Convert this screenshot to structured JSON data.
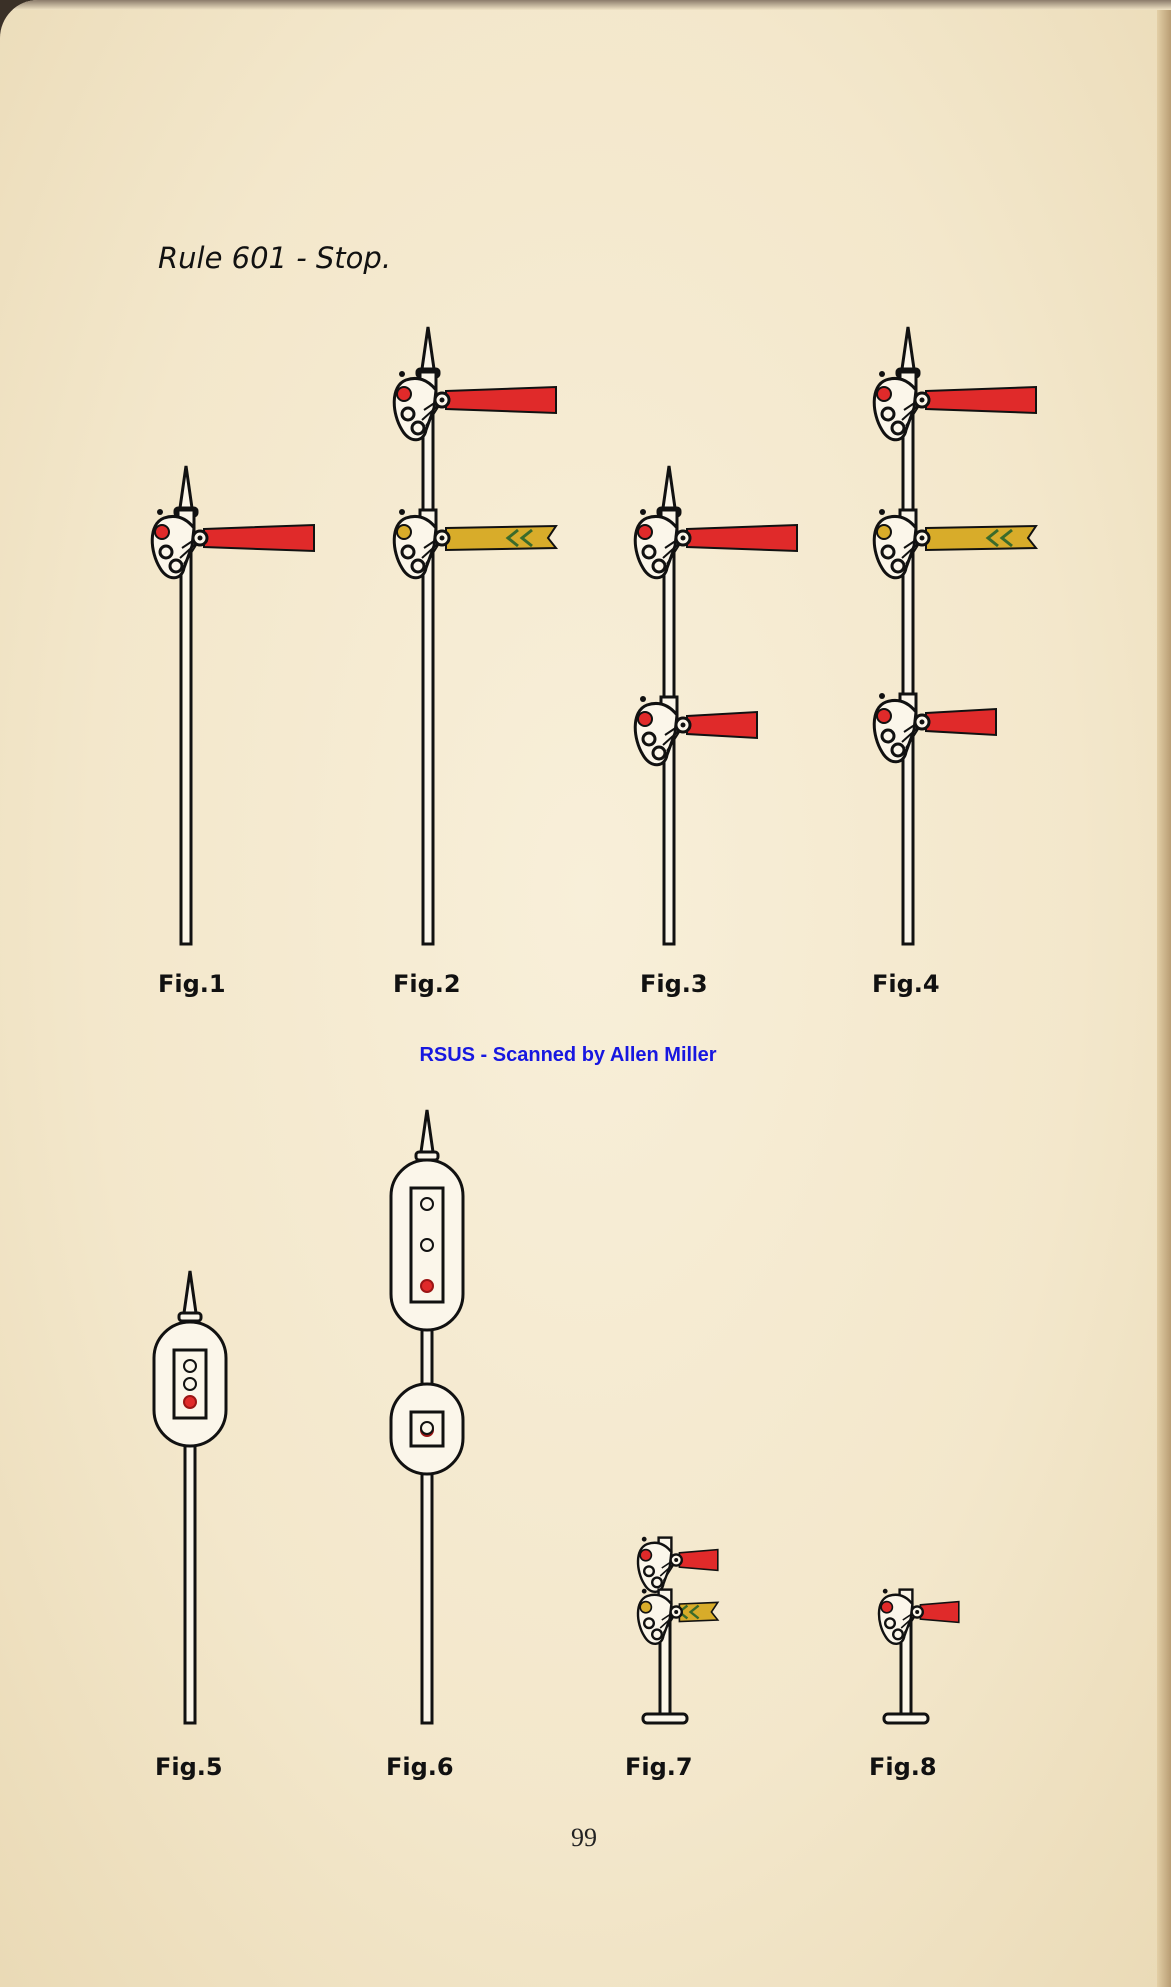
{
  "title": "Rule 601 - Stop.",
  "credit": "RSUS - Scanned by Allen Miller",
  "page_number": "99",
  "figures": [
    {
      "label": "Fig.1",
      "type": "semaphore",
      "arms": [
        "red"
      ]
    },
    {
      "label": "Fig.2",
      "type": "semaphore",
      "arms": [
        "red",
        "yellow"
      ]
    },
    {
      "label": "Fig.3",
      "type": "semaphore",
      "arms": [
        "red",
        "red"
      ]
    },
    {
      "label": "Fig.4",
      "type": "semaphore",
      "arms": [
        "red",
        "yellow",
        "red"
      ]
    },
    {
      "label": "Fig.5",
      "type": "light",
      "units": [
        3
      ]
    },
    {
      "label": "Fig.6",
      "type": "light",
      "units": [
        3,
        2
      ]
    },
    {
      "label": "Fig.7",
      "type": "dwarf-semaphore",
      "arms": [
        "red",
        "yellow"
      ]
    },
    {
      "label": "Fig.8",
      "type": "dwarf-semaphore",
      "arms": [
        "red"
      ]
    }
  ],
  "colors": {
    "red": "#e02a2a",
    "yellow": "#d8ac2a",
    "chevron": "#3b6b2b",
    "ink": "#111111",
    "credit": "#1717e0"
  }
}
